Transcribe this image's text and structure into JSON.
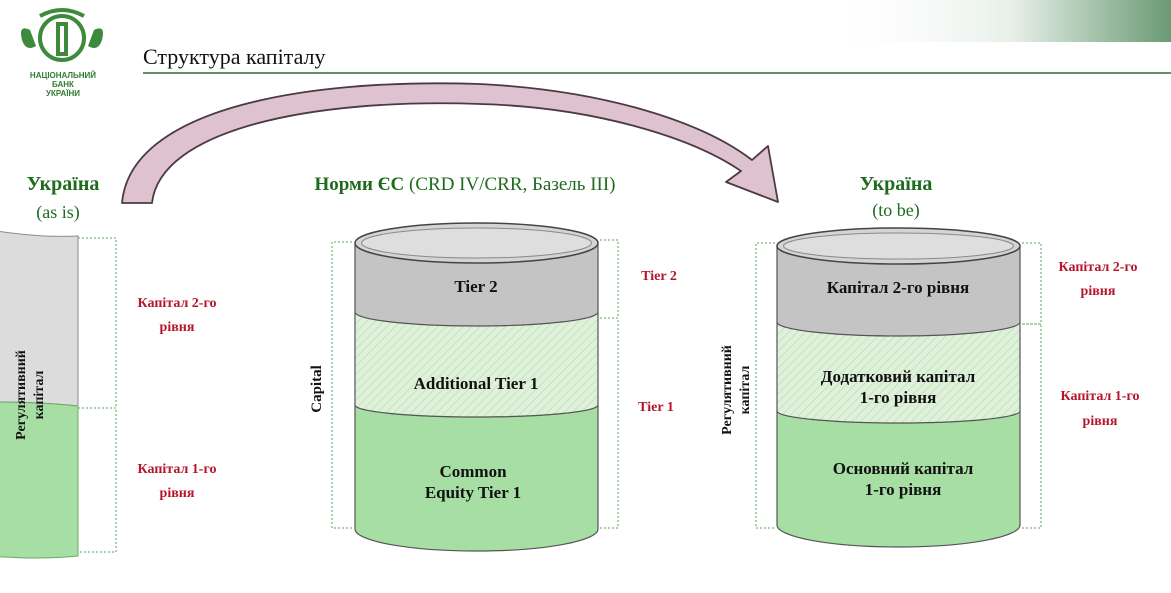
{
  "header": {
    "title": "Структура капіталу",
    "logo_lines": [
      "НАЦІОНАЛЬНИЙ",
      "БАНК",
      "УКРАЇНИ"
    ]
  },
  "left": {
    "title": "Україна",
    "subtitle": "(as is)",
    "vertical_label_lines": [
      "Регулятивний",
      "капітал"
    ],
    "tier2_lines": [
      "Капітал 2-го",
      "рівня"
    ],
    "tier1_lines": [
      "Капітал 1-го",
      "рівня"
    ]
  },
  "middle": {
    "title_bold": "Норми ЄС",
    "title_rest": " (CRD IV/CRR, Базель  III)",
    "vertical_label": "Capital",
    "seg_tier2": "Tier 2",
    "seg_at1": "Additional Tier 1",
    "seg_cet1_lines": [
      "Common",
      "Equity Tier 1"
    ],
    "right_tier2": "Tier 2",
    "right_tier1": "Tier 1"
  },
  "right": {
    "title": "Україна",
    "subtitle": "(to be)",
    "vertical_label_lines": [
      "Регулятивний",
      "капітал"
    ],
    "seg_tier2": "Капітал 2-го рівня",
    "seg_at1_lines": [
      "Додатковий капітал",
      "1-го рівня"
    ],
    "seg_cet1_lines": [
      "Основний капітал",
      "1-го рівня"
    ],
    "tier2_lines": [
      "Капітал 2-го",
      "рівня"
    ],
    "tier1_lines": [
      "Капітал 1-го",
      "рівня"
    ]
  },
  "colors": {
    "title_green": "#1e6b1e",
    "red_label": "#b5162b",
    "grey_fill": "#c4c4c4",
    "light_green_fill": "#d9efd4",
    "green_fill": "#a6dea4",
    "arrow_fill": "#e0c2cf",
    "arrow_stroke": "#4a3a42",
    "dotted": "#5ea45e",
    "header_line": "#2f6b3a"
  }
}
